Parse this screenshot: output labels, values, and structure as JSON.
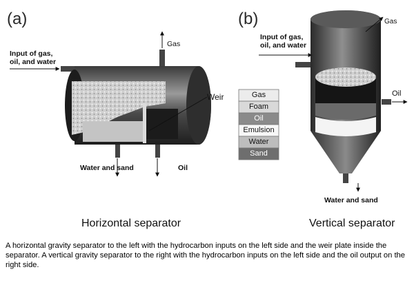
{
  "panels": {
    "a": {
      "letter": "(a)",
      "title": "Horizontal separator"
    },
    "b": {
      "letter": "(b)",
      "title": "Vertical separator"
    }
  },
  "labels": {
    "h_input": [
      "Input of gas,",
      "oil, and water"
    ],
    "h_gas": "Gas",
    "h_weir": "Weir",
    "h_water_sand": "Water and sand",
    "h_oil": "Oil",
    "v_input": [
      "Input of gas,",
      "oil, and water"
    ],
    "v_gas": "Gas",
    "v_oil": "Oil",
    "v_water_sand": "Water and sand"
  },
  "layers": [
    {
      "name": "Gas",
      "color": "#ececec"
    },
    {
      "name": "Foam",
      "color": "#d9d9d9"
    },
    {
      "name": "Oil",
      "color": "#8a8a8a"
    },
    {
      "name": "Emulsion",
      "color": "#f7f7f7"
    },
    {
      "name": "Water",
      "color": "#bdbdbd"
    },
    {
      "name": "Sand",
      "color": "#6e6e6e"
    }
  ],
  "caption": "A horizontal gravity separator to the left with the hydrocarbon inputs on the left side and the weir plate inside the separator. A vertical gravity separator to the right with the hydrocarbon inputs on the left side and the oil output on the right side."
}
